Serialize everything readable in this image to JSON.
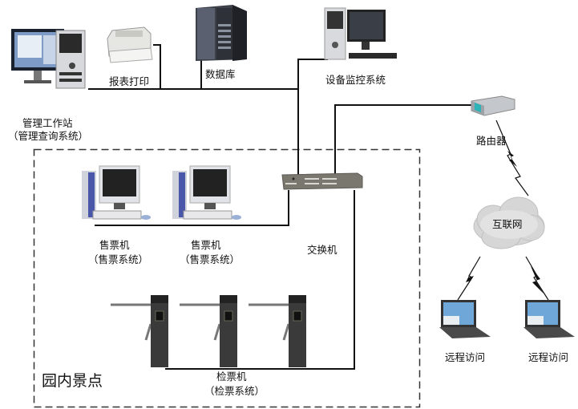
{
  "diagram": {
    "zone_label": "园内景点",
    "nodes": {
      "workstation": {
        "label": "管理工作站",
        "sublabel": "（管理查询系统）"
      },
      "printer": {
        "label": "报表打印"
      },
      "database": {
        "label": "数据库"
      },
      "monitor_system": {
        "label": "设备监控系统"
      },
      "router": {
        "label": "路由器"
      },
      "switch": {
        "label": "交换机"
      },
      "internet": {
        "label": "互联网"
      },
      "ticket_seller_1": {
        "label": "售票机",
        "sublabel": "（售票系统）"
      },
      "ticket_seller_2": {
        "label": "售票机",
        "sublabel": "（售票系统）"
      },
      "ticket_checker": {
        "label": "检票机",
        "sublabel": "（检票系统）"
      },
      "remote_1": {
        "label": "远程访问"
      },
      "remote_2": {
        "label": "远程访问"
      }
    },
    "colors": {
      "line": "#111111",
      "router_accent": "#2bb3b8",
      "cloud": "#d6d6d6"
    }
  }
}
